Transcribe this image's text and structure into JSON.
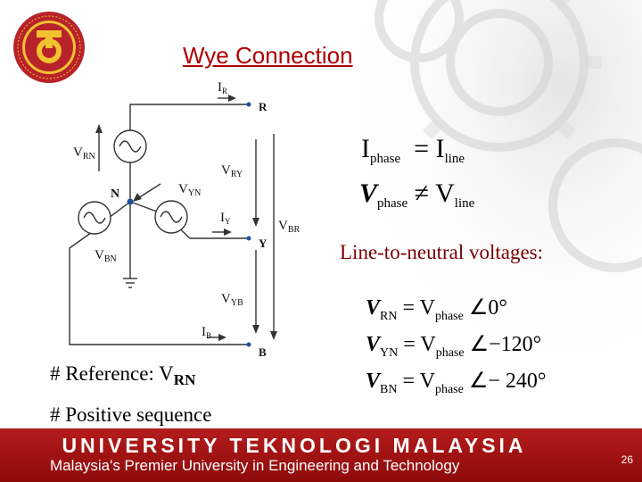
{
  "slide": {
    "title": "Wye Connection",
    "colors": {
      "title": "#b00000",
      "footer": "#a01414",
      "accent": "#1f4e9c"
    }
  },
  "circuit": {
    "labels": {
      "IR_main": "I",
      "IR_sub": "R",
      "R": "R",
      "VRN_main": "V",
      "VRN_sub": "RN",
      "VRY_main": "V",
      "VRY_sub": "RY",
      "N": "N",
      "VYN_main": "V",
      "VYN_sub": "YN",
      "IY_main": "I",
      "IY_sub": "Y",
      "VBR_main": "V",
      "VBR_sub": "BR",
      "Y": "Y",
      "VBN_main": "V",
      "VBN_sub": "BN",
      "VYB_main": "V",
      "VYB_sub": "YB",
      "IB_main": "I",
      "IB_sub": "B",
      "B": "B"
    }
  },
  "equations": {
    "i_phase": {
      "lhs": "I",
      "lhs_sub": "phase",
      "op": "=",
      "rhs": "I",
      "rhs_sub": "line"
    },
    "v_phase": {
      "lhs": "V",
      "lhs_sub": "phase",
      "op": "≠",
      "rhs": "V",
      "rhs_sub": "line"
    },
    "line_to_neutral_title": "Line-to-neutral voltages:",
    "lines": [
      {
        "lhs": "V",
        "lhs_sub": "RN",
        "op": "=",
        "rhs": "V",
        "rhs_sub": "phase",
        "angle": "∠0°"
      },
      {
        "lhs": "V",
        "lhs_sub": "YN",
        "op": "=",
        "rhs": "V",
        "rhs_sub": "phase",
        "angle": "∠−120°"
      },
      {
        "lhs": "V",
        "lhs_sub": "BN",
        "op": "=",
        "rhs": "V",
        "rhs_sub": "phase",
        "angle": "∠− 240°"
      }
    ]
  },
  "notes": {
    "reference_prefix": "# Reference: V",
    "reference_sub": "RN",
    "positive": "# Positive sequence"
  },
  "footer": {
    "university": "UNIVERSITY TEKNOLOGI MALAYSIA",
    "tagline": "Malaysia's Premier University in Engineering and Technology",
    "page_number": "26"
  }
}
